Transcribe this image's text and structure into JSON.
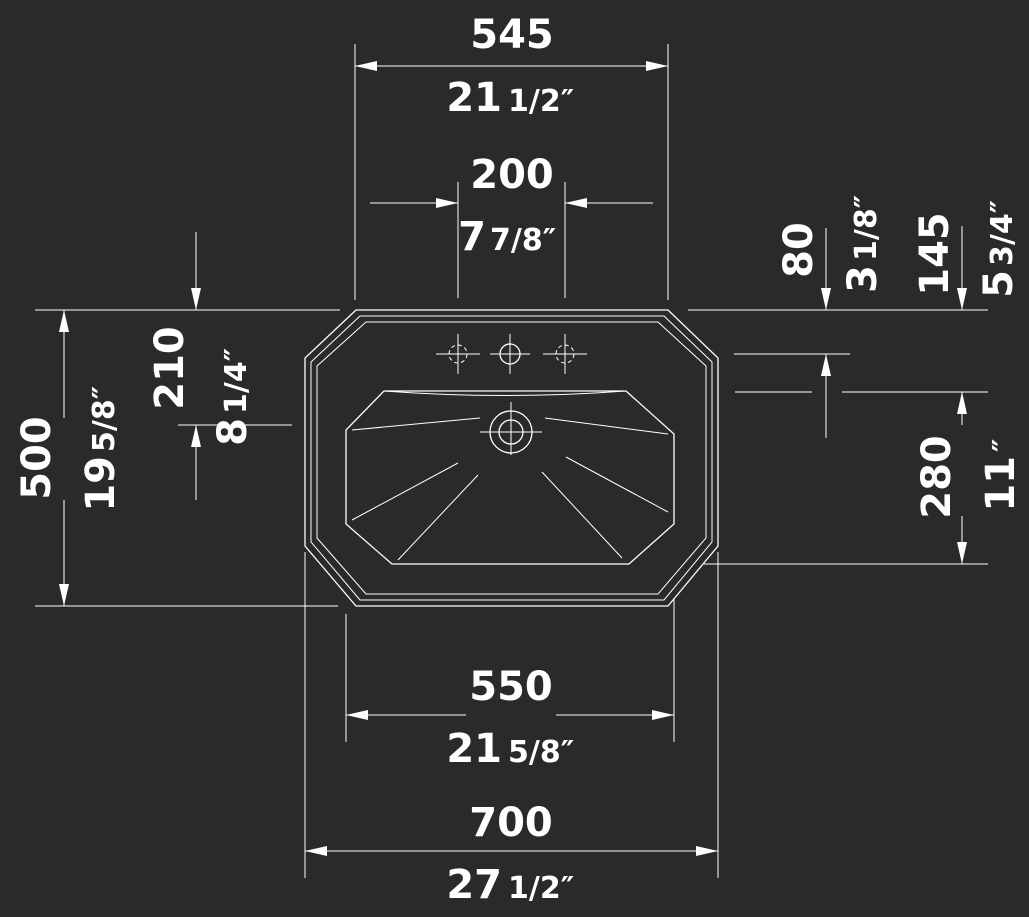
{
  "colors": {
    "background": "#2b2a29",
    "ink": "#ffffff"
  },
  "dimensions": {
    "top_overall": {
      "mm": "545",
      "in_whole": "21",
      "in_frac": "1/2″"
    },
    "tap_spacing": {
      "mm": "200",
      "in_whole": "7",
      "in_frac": "7/8″"
    },
    "back_to_tap": {
      "mm": "80",
      "in_whole": "3",
      "in_frac": "1/8″"
    },
    "back_to_bowl": {
      "mm": "145",
      "in_whole": "5",
      "in_frac": "3/4″"
    },
    "depth_to_drain": {
      "mm": "210",
      "in_whole": "8",
      "in_frac": "1/4″"
    },
    "overall_depth": {
      "mm": "500",
      "in_whole": "19",
      "in_frac": "5/8″"
    },
    "bowl_depth": {
      "mm": "280",
      "in_whole": "11",
      "in_frac": "″"
    },
    "bowl_width": {
      "mm": "550",
      "in_whole": "21",
      "in_frac": "5/8″"
    },
    "overall_width": {
      "mm": "700",
      "in_whole": "27",
      "in_frac": "1/2″"
    }
  }
}
